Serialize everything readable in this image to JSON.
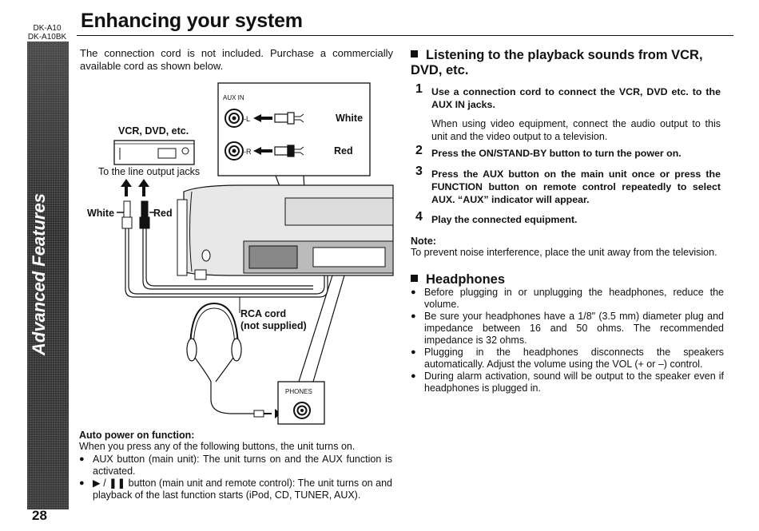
{
  "header": {
    "model_line1": "DK-A10",
    "model_line2": "DK-A10BK",
    "title": "Enhancing your system"
  },
  "sidebar": {
    "label": "Advanced Features"
  },
  "page_number": "28",
  "intro": "The connection cord is not included. Purchase a commercially available cord as shown below.",
  "diagram": {
    "aux_in": "AUX IN",
    "l_mark": "-L",
    "r_mark": "-R",
    "white_label": "White",
    "red_label": "Red",
    "device_label": "VCR, DVD, etc.",
    "line_output": "To the line output jacks",
    "white_plug": "White",
    "red_plug": "Red",
    "rca_cord_line1": "RCA cord",
    "rca_cord_line2": "(not supplied)",
    "phones": "PHONES"
  },
  "auto_power": {
    "heading": "Auto power on function:",
    "text": "When you press any of the following buttons, the unit turns on.",
    "items": [
      "AUX button (main unit): The unit turns on and the AUX function is activated.",
      "▶ / ❚❚ button (main unit and remote control): The unit turns on and playback of the last function starts (iPod, CD, TUNER, AUX)."
    ]
  },
  "playback_section": {
    "heading": "Listening to the playback sounds from VCR, DVD, etc.",
    "steps": [
      {
        "num": "1",
        "title": "Use a connection cord to connect the VCR, DVD etc. to the AUX IN jacks.",
        "detail": "When using video equipment, connect the audio output to this unit and the video output to a television."
      },
      {
        "num": "2",
        "title": "Press the ON/STAND-BY button to turn the power on.",
        "detail": ""
      },
      {
        "num": "3",
        "title": "Press the AUX button on the main unit once or press the FUNCTION button on remote control repeatedly to select AUX. “AUX” indicator will appear.",
        "detail": ""
      },
      {
        "num": "4",
        "title": "Play the connected equipment.",
        "detail": ""
      }
    ],
    "note_heading": "Note:",
    "note_text": "To prevent noise interference, place the unit away from the television."
  },
  "headphones_section": {
    "heading": "Headphones",
    "items": [
      "Before plugging in or unplugging the headphones, reduce the volume.",
      "Be sure your headphones have a 1/8\" (3.5 mm) diameter plug and impedance between 16 and 50 ohms. The recommended impedance is 32 ohms.",
      "Plugging in the headphones disconnects the speakers automatically. Adjust the volume using the VOL (+ or –) control.",
      "During alarm activation, sound will be output to the speaker even if headphones is plugged in."
    ]
  }
}
